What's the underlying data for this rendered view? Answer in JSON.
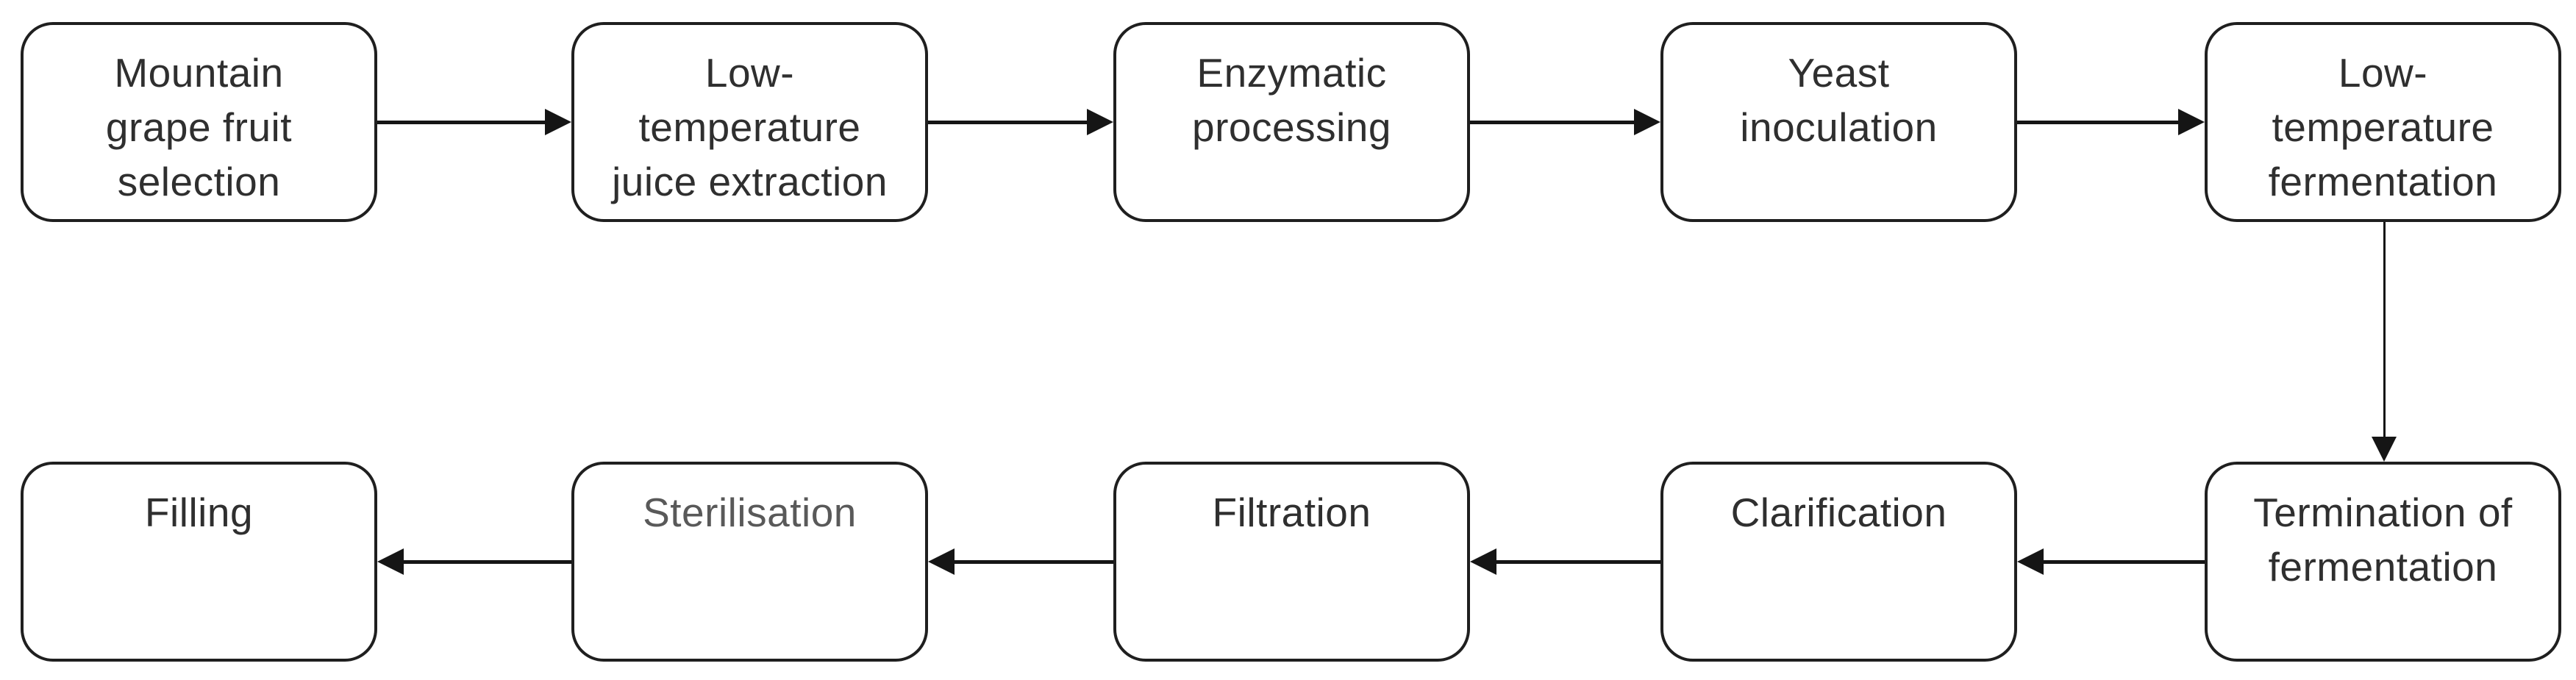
{
  "diagram": {
    "type": "flowchart",
    "background_color": "#ffffff",
    "colors": {
      "box_fill": "#ffffff",
      "box_border": "#1f1f1f",
      "text": "#2f2f2f",
      "muted_text": "#595959",
      "arrow": "#151515"
    },
    "nodes": [
      {
        "id": "mountain-grape-fruit-selection",
        "label": "Mountain\ngrape fruit\nselection",
        "row": 1,
        "col": 1
      },
      {
        "id": "low-temperature-juice-extraction",
        "label": "Low-\ntemperature\njuice extraction",
        "row": 1,
        "col": 2
      },
      {
        "id": "enzymatic-processing",
        "label": "Enzymatic\nprocessing",
        "row": 1,
        "col": 3
      },
      {
        "id": "yeast-inoculation",
        "label": "Yeast\ninoculation",
        "row": 1,
        "col": 4
      },
      {
        "id": "low-temperature-fermentation",
        "label": "Low-\ntemperature\nfermentation",
        "row": 1,
        "col": 5
      },
      {
        "id": "termination-of-fermentation",
        "label": "Termination of\nfermentation",
        "row": 2,
        "col": 5
      },
      {
        "id": "clarification",
        "label": "Clarification",
        "row": 2,
        "col": 4
      },
      {
        "id": "filtration",
        "label": "Filtration",
        "row": 2,
        "col": 3
      },
      {
        "id": "sterilisation",
        "label": "Sterilisation",
        "row": 2,
        "col": 2,
        "text_color": "#595959"
      },
      {
        "id": "filling",
        "label": "Filling",
        "row": 2,
        "col": 1
      }
    ],
    "edges": [
      {
        "from": "mountain-grape-fruit-selection",
        "to": "low-temperature-juice-extraction",
        "direction": "right"
      },
      {
        "from": "low-temperature-juice-extraction",
        "to": "enzymatic-processing",
        "direction": "right"
      },
      {
        "from": "enzymatic-processing",
        "to": "yeast-inoculation",
        "direction": "right"
      },
      {
        "from": "yeast-inoculation",
        "to": "low-temperature-fermentation",
        "direction": "right"
      },
      {
        "from": "low-temperature-fermentation",
        "to": "termination-of-fermentation",
        "direction": "down"
      },
      {
        "from": "termination-of-fermentation",
        "to": "clarification",
        "direction": "left"
      },
      {
        "from": "clarification",
        "to": "filtration",
        "direction": "left"
      },
      {
        "from": "filtration",
        "to": "sterilisation",
        "direction": "left"
      },
      {
        "from": "sterilisation",
        "to": "filling",
        "direction": "left"
      }
    ]
  }
}
